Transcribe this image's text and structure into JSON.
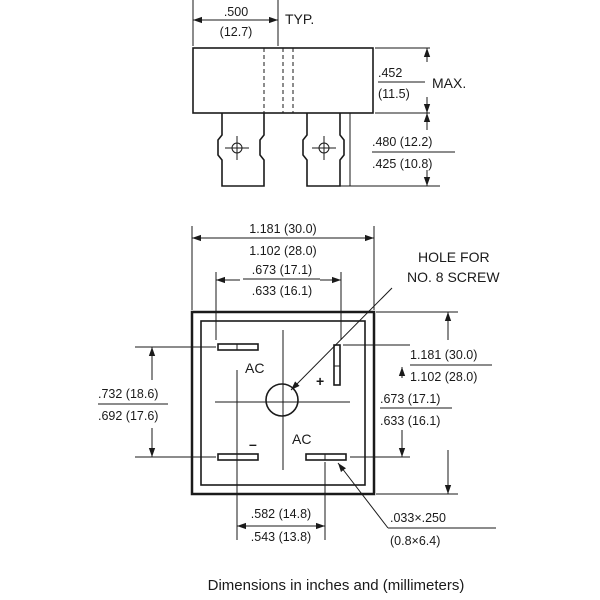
{
  "side_view": {
    "typ_width": ".500",
    "typ_width_mm": "(12.7)",
    "typ_label": "TYP.",
    "body_height": ".452",
    "body_height_mm": "(11.5)",
    "max_label": "MAX.",
    "lead_max": ".480 (12.2)",
    "lead_min": ".425 (10.8)"
  },
  "top_view": {
    "width_max": "1.181 (30.0)",
    "width_min": "1.102 (28.0)",
    "lead_span_max": ".673 (17.1)",
    "lead_span_min": ".633 (16.1)",
    "height_max": "1.181 (30.0)",
    "height_min": "1.102 (28.0)",
    "right_span_max": ".673 (17.1)",
    "right_span_min": ".633 (16.1)",
    "left_span_max": ".732 (18.6)",
    "left_span_min": ".692 (17.6)",
    "bottom_span_max": ".582 (14.8)",
    "bottom_span_min": ".543 (13.8)",
    "terminal_size": ".033×.250",
    "terminal_size_mm": "(0.8×6.4)",
    "hole_label_1": "HOLE FOR",
    "hole_label_2": "NO. 8 SCREW",
    "ac_top": "AC",
    "ac_bottom": "AC",
    "plus": "+",
    "minus": "–"
  },
  "caption": "Dimensions in inches and (millimeters)"
}
